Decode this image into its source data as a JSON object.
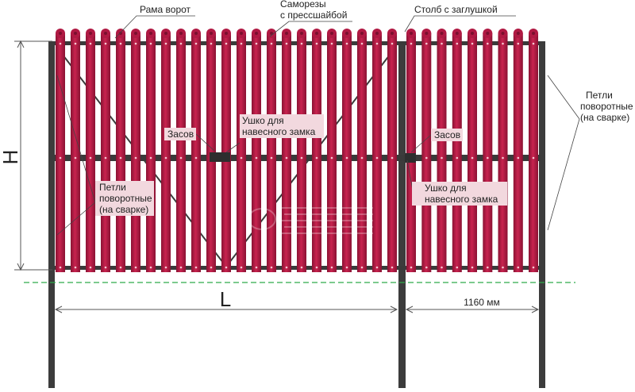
{
  "labels": {
    "gate_frame": "Рама ворот",
    "screws_1": "Саморезы",
    "screws_2": "с прессшайбой",
    "post_cap": "Столб с заглушкой",
    "hinges_right_1": "Петли",
    "hinges_right_2": "поворотные",
    "hinges_right_3": "(на сварке)",
    "hinges_left_1": "Петли",
    "hinges_left_2": "поворотные",
    "hinges_left_3": "(на сварке)",
    "bolt_left": "Засов",
    "lock_eye_left_1": "Ушко для",
    "lock_eye_left_2": "навесного замка",
    "bolt_right": "Засов",
    "lock_eye_right_1": "Ушко для",
    "lock_eye_right_2": "навесного замка"
  },
  "dimensions": {
    "height": "H",
    "gate_width": "L",
    "wicket_width": "1160 мм"
  },
  "colors": {
    "picket": "#b01943",
    "picket_dark": "#7a0f2e",
    "frame": "#3a3a3a",
    "post": "#3c3c3c",
    "ground_line": "#2eaa4a",
    "label_bg": "#f2d8de"
  }
}
